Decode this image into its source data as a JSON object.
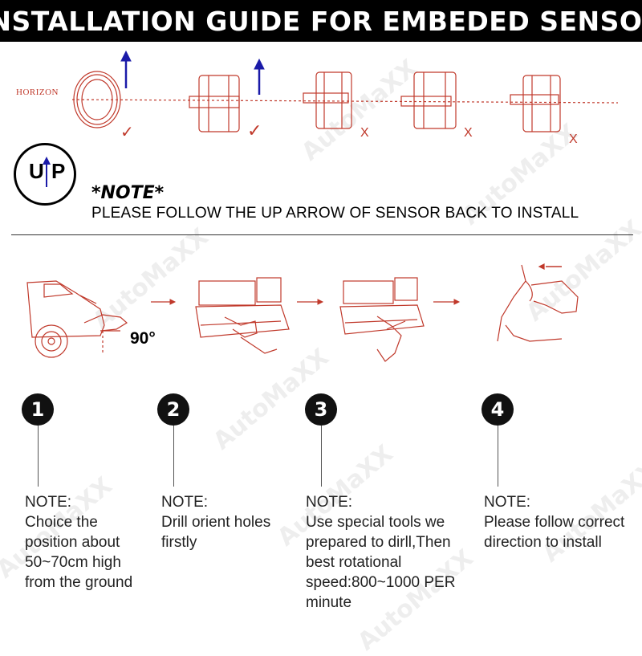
{
  "banner": {
    "title": "INSTALLATION GUIDE FOR EMBEDED SENSOR"
  },
  "diagram": {
    "horizon_label": "HORIZON",
    "marks": [
      "✓",
      "✓",
      "X",
      "X",
      "X"
    ],
    "up_badge": {
      "left": "U",
      "right": "P"
    }
  },
  "note": {
    "heading": "*NOTE*",
    "text": "PLEASE FOLLOW THE UP ARROW OF SENSOR BACK TO INSTALL"
  },
  "illustration": {
    "angle_label": "90°"
  },
  "steps": [
    {
      "number": "1",
      "title": "NOTE:",
      "lines": [
        "Choice the",
        "position about",
        "50~70cm high",
        "from the ground"
      ]
    },
    {
      "number": "2",
      "title": "NOTE:",
      "lines": [
        "Drill orient holes",
        "firstly"
      ]
    },
    {
      "number": "3",
      "title": "NOTE:",
      "lines": [
        "Use special tools we",
        "prepared to dirll,Then",
        "best rotational",
        "speed:800~1000 PER",
        "minute"
      ]
    },
    {
      "number": "4",
      "title": "NOTE:",
      "lines": [
        "Please follow correct",
        "direction to install"
      ]
    }
  ],
  "watermark": "AutoMaXX",
  "colors": {
    "banner": "#000000",
    "drawing": "#c0392b",
    "arrow_up": "#1a1aa8"
  }
}
